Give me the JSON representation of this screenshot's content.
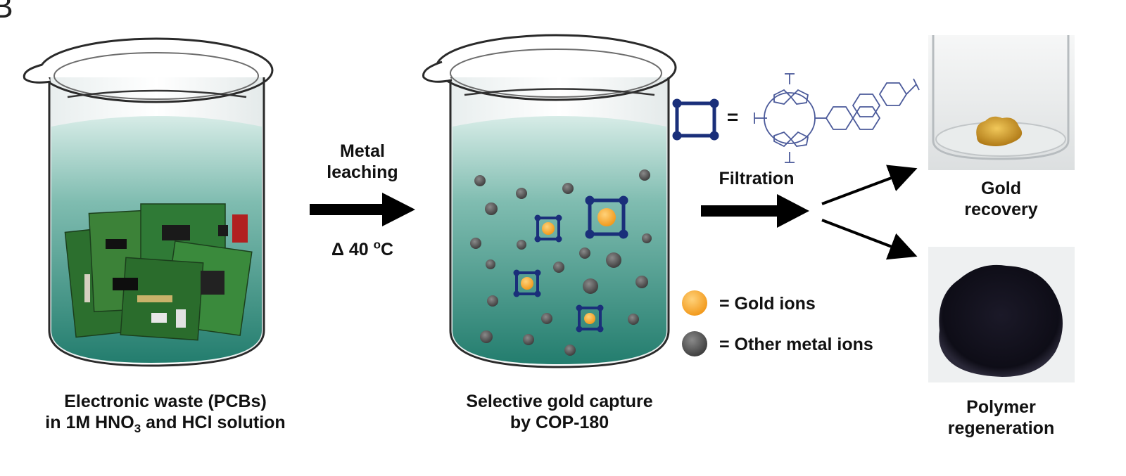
{
  "panel_label": "B",
  "step1": {
    "caption_line1": "Electronic waste (PCBs)",
    "caption_line2_pre": "in 1M HNO",
    "caption_line2_sub": "3",
    "caption_line2_post": " and HCl solution"
  },
  "arrow1": {
    "label_line1": "Metal",
    "label_line2": "leaching",
    "cond_pre": "Δ 40 ",
    "cond_sup": "o",
    "cond_post": "C"
  },
  "step2": {
    "caption_line1": "Selective gold capture",
    "caption_line2": "by COP-180"
  },
  "structure_equals": "=",
  "arrow2": {
    "label": "Filtration"
  },
  "legend": {
    "gold": "= Gold ions",
    "other": "= Other metal ions"
  },
  "outcome1": {
    "line1": "Gold",
    "line2": "recovery"
  },
  "outcome2": {
    "line1": "Polymer",
    "line2": "regeneration"
  },
  "colors": {
    "solution": "#2f8d7e",
    "gold": "#f4a12a",
    "other_ion": "#555555",
    "cage": "#1a2f7a",
    "structure": "#4b5a9a",
    "polymer": "#15131f"
  }
}
